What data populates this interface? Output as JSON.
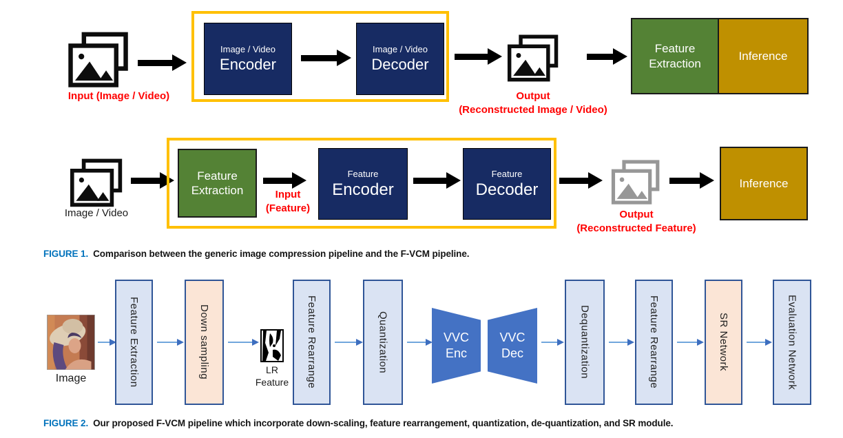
{
  "figure1": {
    "caption_label": "FIGURE 1.",
    "caption_text": "Comparison between the generic image compression pipeline and the F-VCM pipeline.",
    "row1": {
      "input_label": "Input (Image / Video)",
      "encoder_sub": "Image / Video",
      "encoder_main": "Encoder",
      "decoder_sub": "Image / Video",
      "decoder_main": "Decoder",
      "output_line1": "Output",
      "output_line2": "(Reconstructed Image / Video)",
      "feature_extraction": "Feature Extraction",
      "inference": "Inference"
    },
    "row2": {
      "input_label": "Image / Video",
      "feature_extraction": "Feature Extraction",
      "input_feature_line1": "Input",
      "input_feature_line2": "(Feature)",
      "encoder_sub": "Feature",
      "encoder_main": "Encoder",
      "decoder_sub": "Feature",
      "decoder_main": "Decoder",
      "output_line1": "Output",
      "output_line2": "(Reconstructed Feature)",
      "inference": "Inference"
    }
  },
  "figure2": {
    "caption_label": "FIGURE 2.",
    "caption_text": "Our proposed F-VCM pipeline which incorporate down-scaling, feature rearrangement, quantization, de-quantization, and SR module.",
    "image_label": "Image",
    "lr_feature_line1": "LR",
    "lr_feature_line2": "Feature",
    "stages": [
      {
        "label": "Feature Extraction",
        "type": "blue"
      },
      {
        "label": "Down sampling",
        "type": "peach"
      },
      {
        "label": "Feature Rearrange",
        "type": "blue"
      },
      {
        "label": "Quantization",
        "type": "blue"
      },
      {
        "label": "Dequantization",
        "type": "blue"
      },
      {
        "label": "Feature Rearrange",
        "type": "blue"
      },
      {
        "label": "SR Network",
        "type": "peach"
      },
      {
        "label": "Evaluation Network",
        "type": "blue"
      }
    ],
    "vvc_enc_line1": "VVC",
    "vvc_enc_line2": "Enc",
    "vvc_dec_line1": "VVC",
    "vvc_dec_line2": "Dec"
  },
  "colors": {
    "navy": "#172b63",
    "green": "#548235",
    "gold": "#bf9000",
    "yellow_border": "#ffc000",
    "stage_blue_fill": "#dae3f3",
    "stage_peach_fill": "#fbe5d6",
    "stage_border": "#2f5597",
    "trapezoid_blue": "#4472c4",
    "red_label": "#ff0000",
    "caption_blue": "#0072bc"
  }
}
